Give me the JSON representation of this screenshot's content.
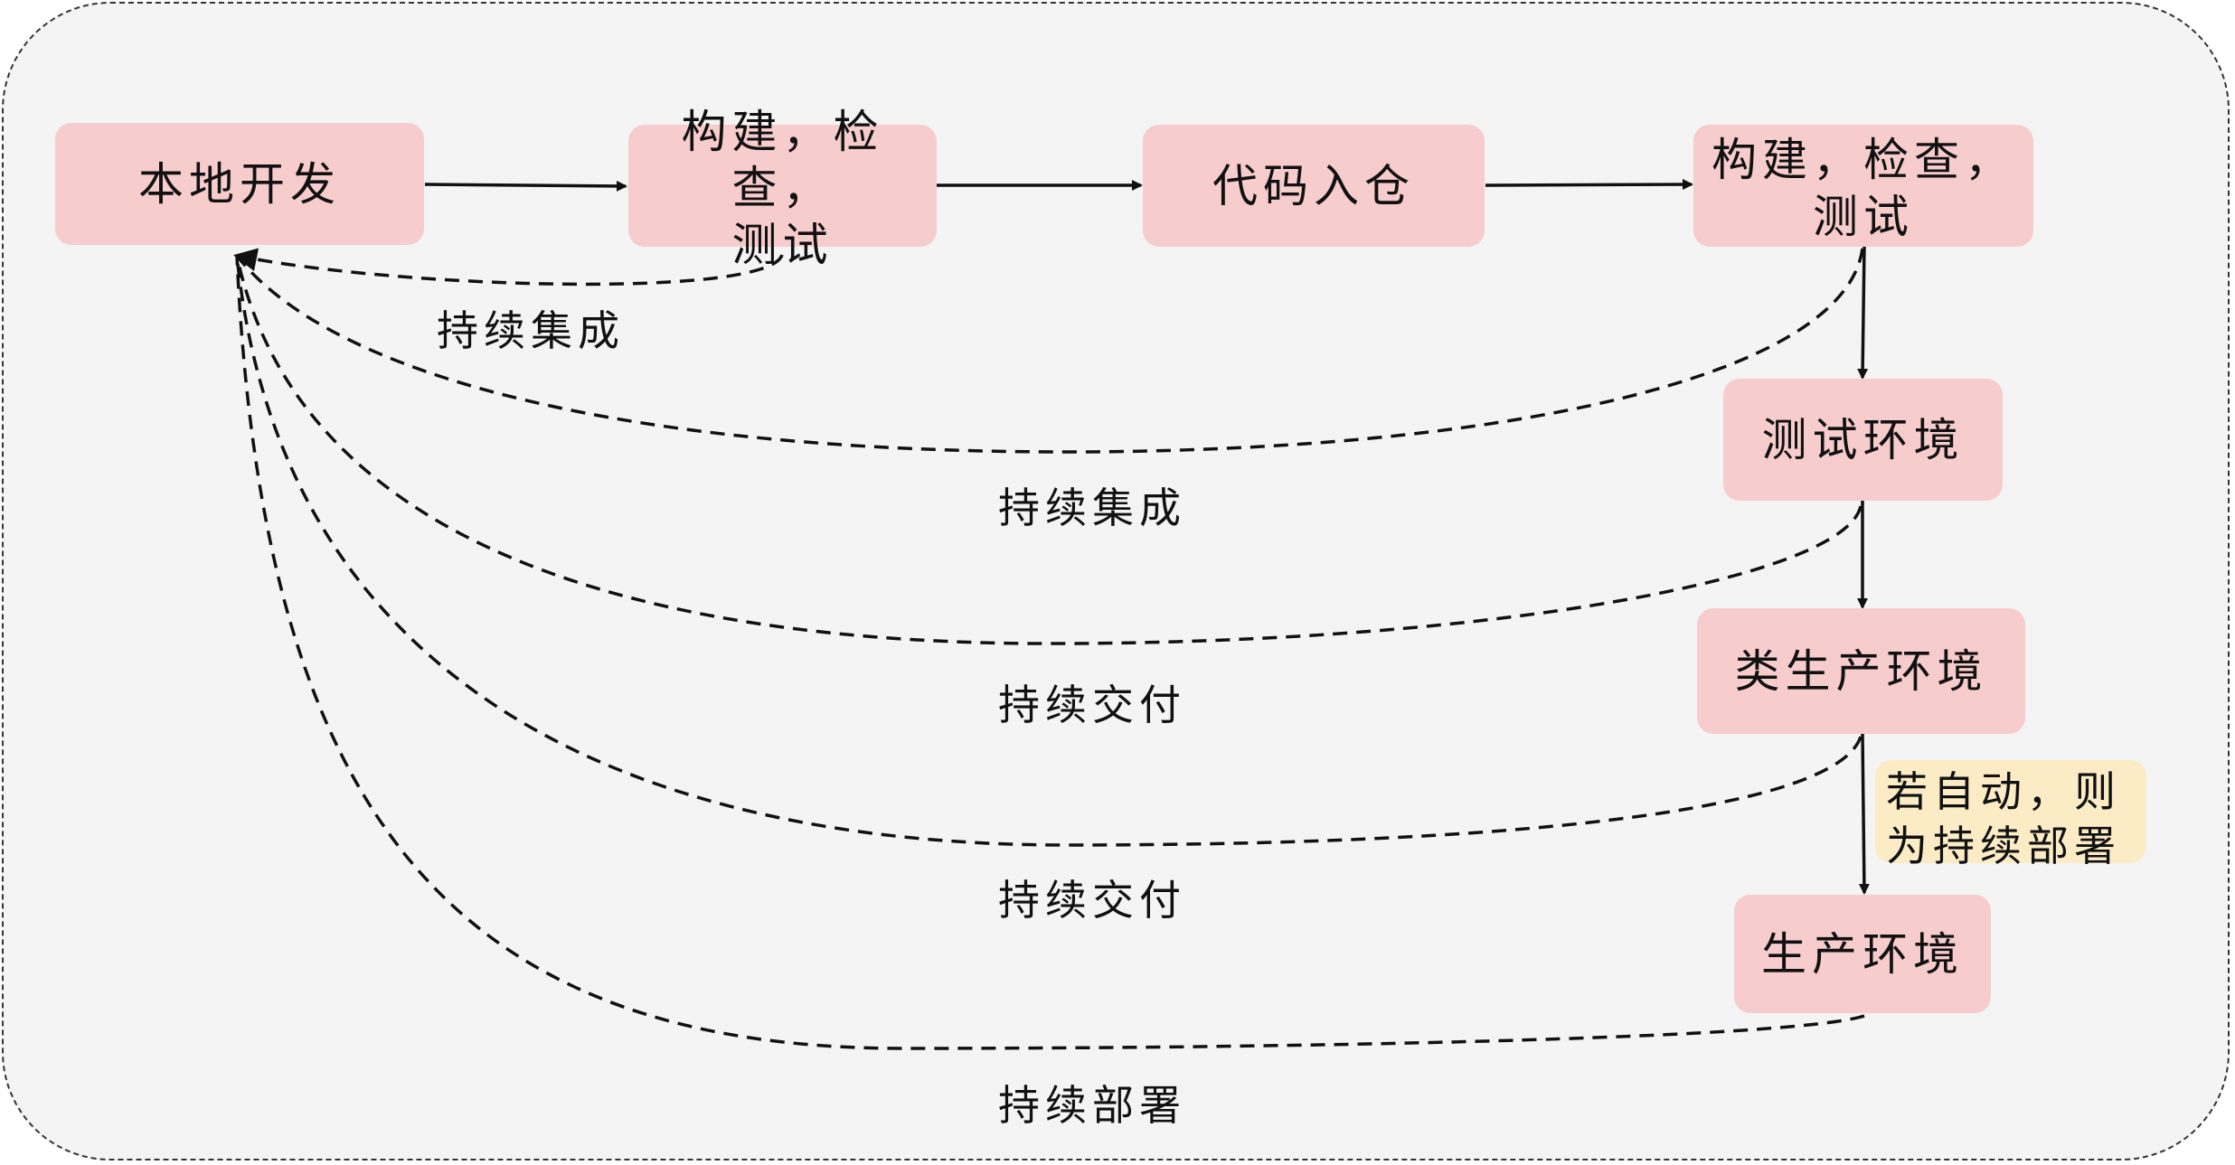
{
  "nodes": {
    "local_dev": "本地开发",
    "build_check_test_1_line1": "构建，检查，",
    "build_check_test_1_line2": "测试",
    "code_checkin": "代码入仓",
    "build_check_test_2_line1": "构建，检查，",
    "build_check_test_2_line2": "测试",
    "test_env": "测试环境",
    "staging_env": "类生产环境",
    "prod_env": "生产环境"
  },
  "note": {
    "line1": "若自动，则",
    "line2": "为持续部署"
  },
  "feedback_labels": {
    "ci_1": "持续集成",
    "ci_2": "持续集成",
    "cd_1": "持续交付",
    "cd_2": "持续交付",
    "deploy": "持续部署"
  },
  "colors": {
    "node_fill": "#f7cccd",
    "note_fill": "#fbecc6",
    "background": "#f4f4f4",
    "line": "#111111"
  }
}
